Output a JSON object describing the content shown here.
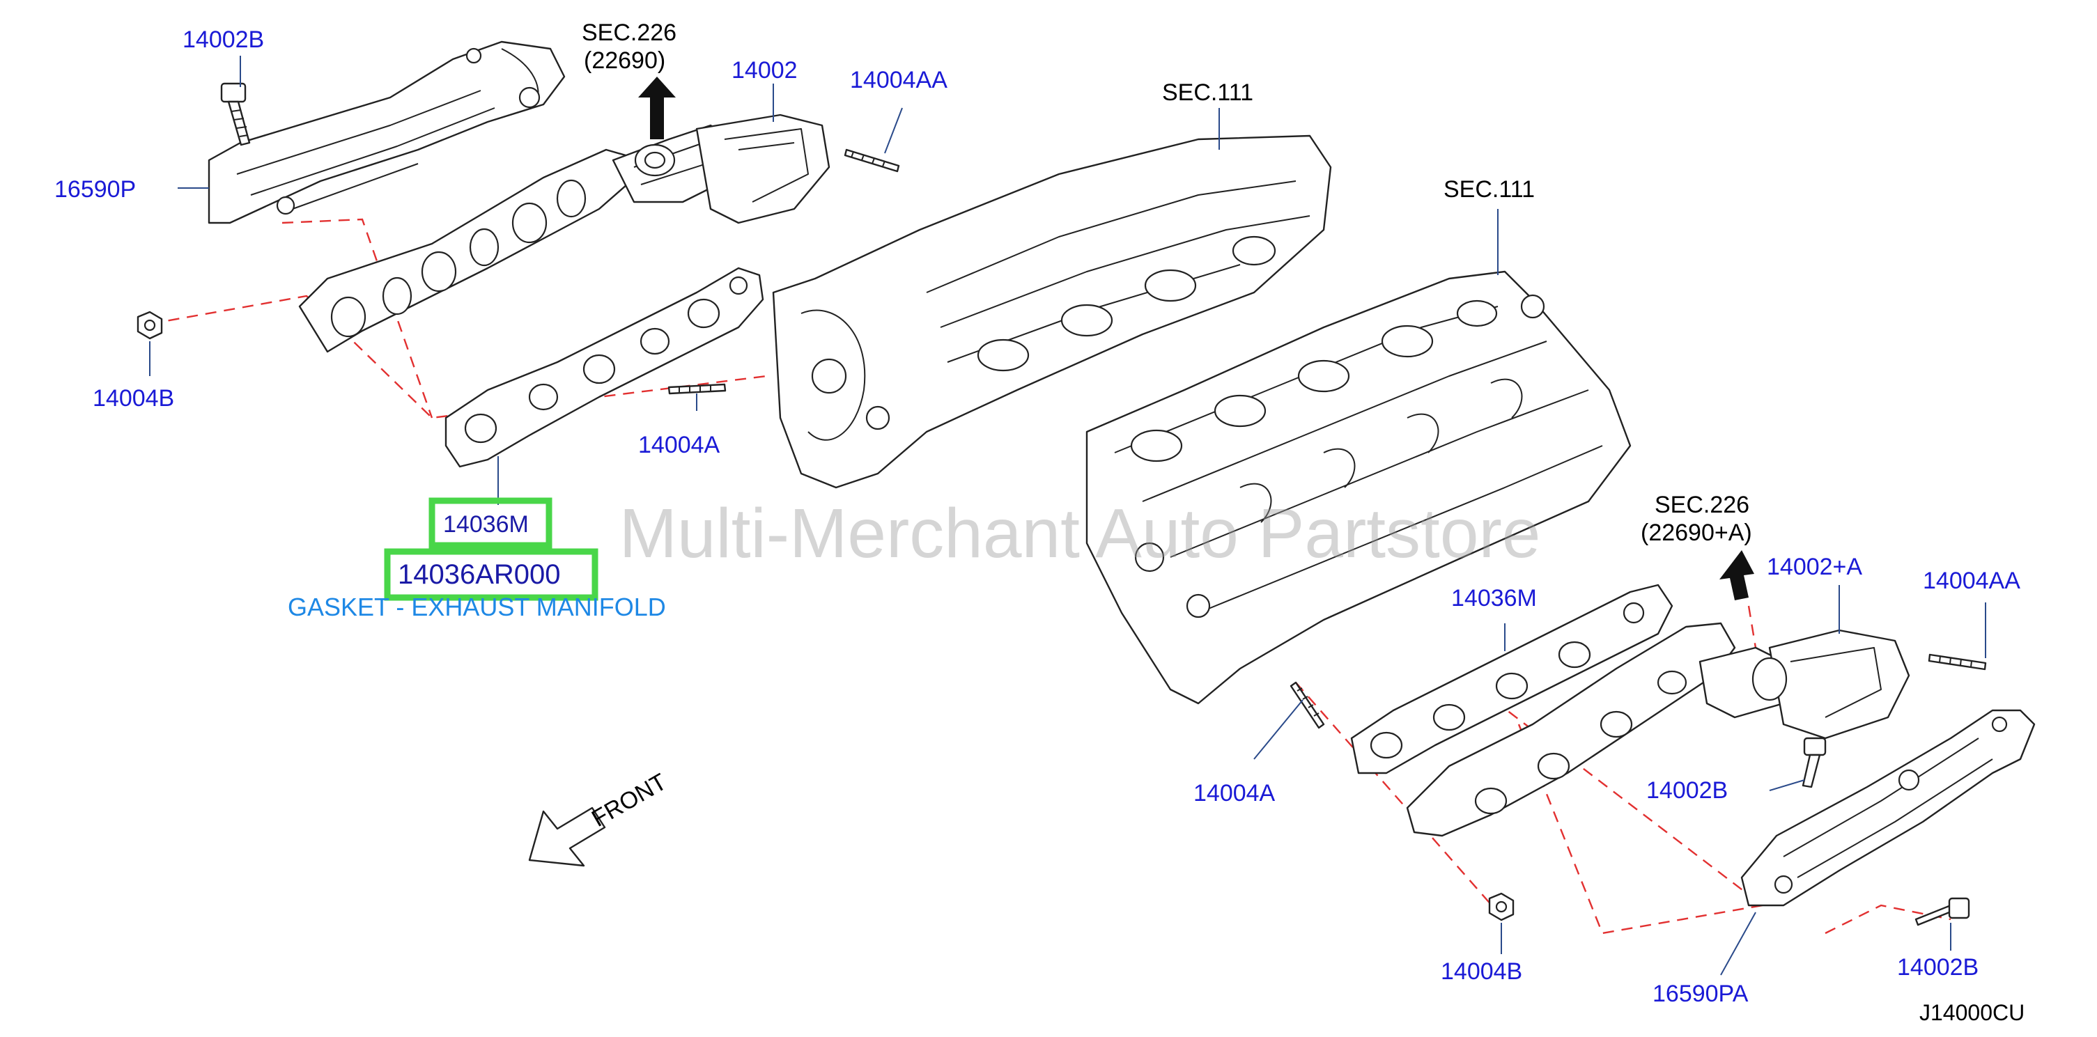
{
  "diagram": {
    "labels": {
      "upper_left_bolt": "14002B",
      "upper_sec226": "SEC.226",
      "upper_sec226_code": "(22690)",
      "upper_converter": "14002",
      "upper_stud_aa": "14004AA",
      "upper_sec111": "SEC.111",
      "upper_heat_shield": "16590P",
      "upper_nut": "14004B",
      "upper_stud_a": "14004A",
      "lower_sec111": "SEC.111",
      "lower_sec226": "SEC.226",
      "lower_sec226_code": "(22690+A)",
      "lower_gasket": "14036M",
      "lower_converter": "14002+A",
      "lower_stud_aa": "14004AA",
      "lower_stud_a": "14004A",
      "lower_bolt_mid": "14002B",
      "lower_nut": "14004B",
      "lower_heat_shield": "16590PA",
      "lower_bolt_right": "14002B",
      "front": "FRONT",
      "diagram_code": "J14000CU"
    },
    "highlight": {
      "part_label": "14036M",
      "part_number": "14036AR000",
      "description": "GASKET - EXHAUST MANIFOLD"
    },
    "watermark": "Multi-Merchant Auto Partstore"
  },
  "colors": {
    "label_blue": "#1a1ad6",
    "highlight_green": "#49d649",
    "description_blue": "#1e88e5",
    "dash_red": "#e23030"
  }
}
